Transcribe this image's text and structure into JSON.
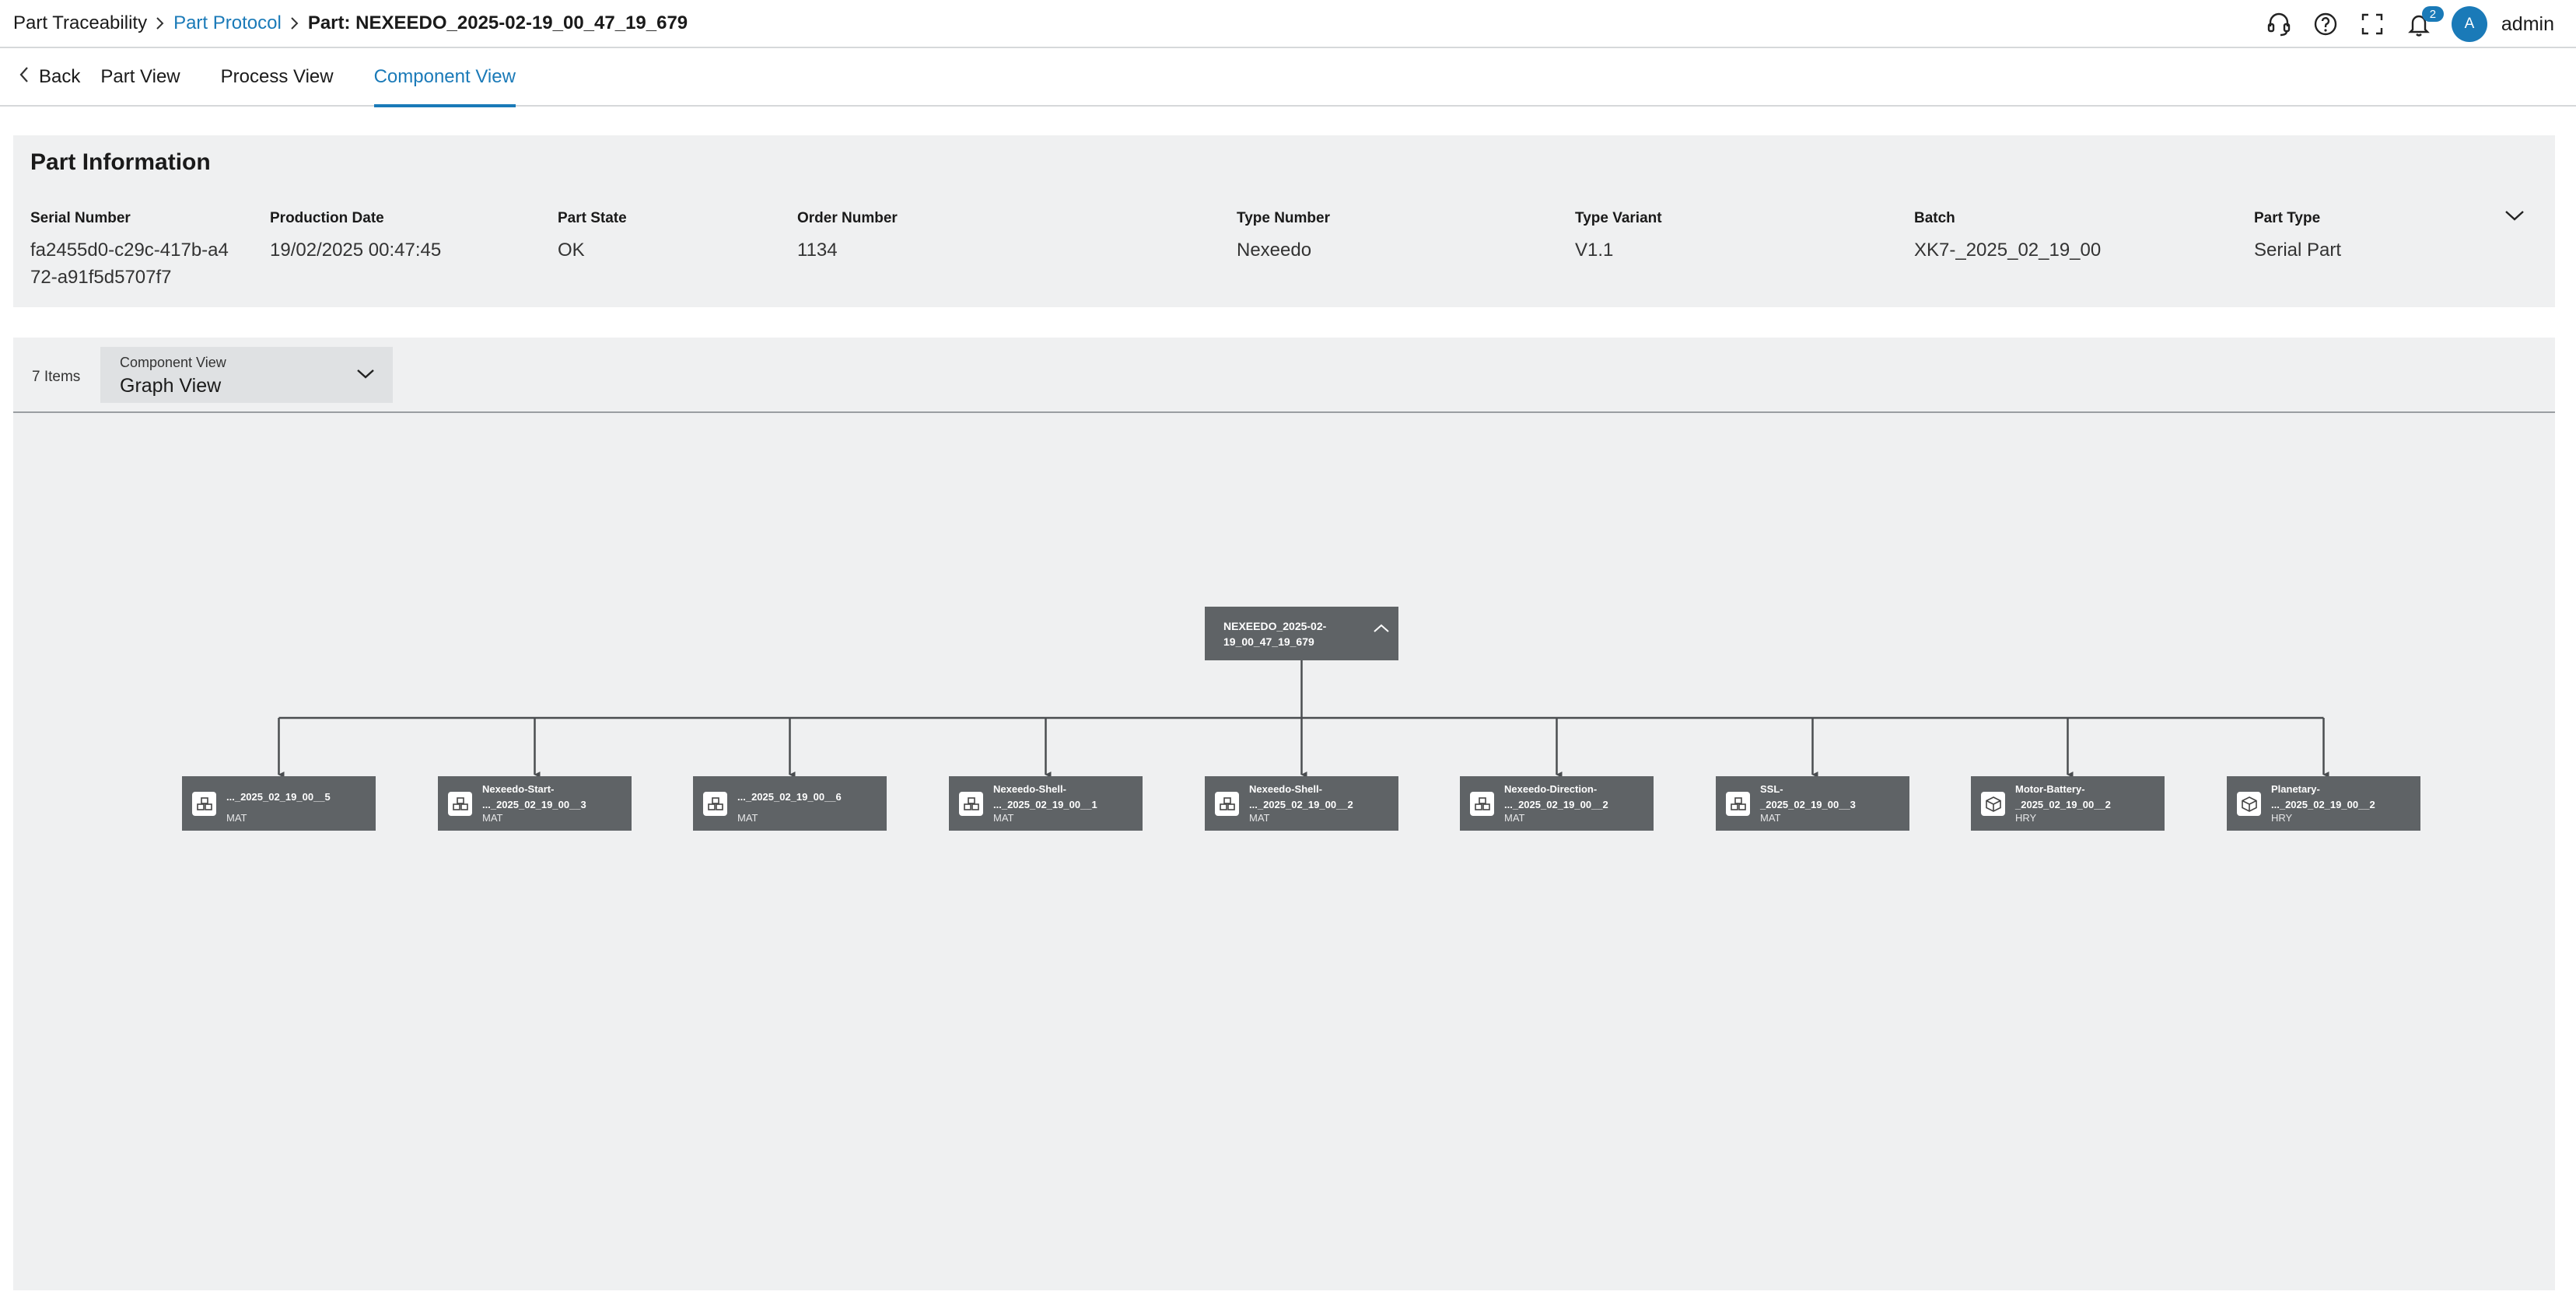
{
  "breadcrumb": {
    "items": [
      "Part Traceability",
      "Part Protocol"
    ],
    "current": "Part: NEXEEDO_2025-02-19_00_47_19_679"
  },
  "header": {
    "icons": [
      "headset-icon",
      "help-icon",
      "fullscreen-icon",
      "bell-icon"
    ],
    "notification_count": "2",
    "avatar_initial": "A",
    "username": "admin"
  },
  "tabs": {
    "back_label": "Back",
    "items": [
      "Part View",
      "Process View",
      "Component View"
    ],
    "active": "Component View"
  },
  "part_info": {
    "title": "Part Information",
    "fields": [
      {
        "label": "Serial Number",
        "value": "fa2455d0-c29c-417b-a472-a91f5d5707f7"
      },
      {
        "label": "Production Date",
        "value": "19/02/2025 00:47:45"
      },
      {
        "label": "Part State",
        "value": "OK"
      },
      {
        "label": "Order Number",
        "value": "1134"
      },
      {
        "label": "Type Number",
        "value": "Nexeedo"
      },
      {
        "label": "Type Variant",
        "value": "V1.1"
      },
      {
        "label": "Batch",
        "value": "XK7-_2025_02_19_00"
      },
      {
        "label": "Part Type",
        "value": "Serial Part"
      }
    ]
  },
  "component_view": {
    "items_count": "7 Items",
    "dropdown_label": "Component View",
    "dropdown_value": "Graph View",
    "root": {
      "line1": "NEXEEDO_2025-02-",
      "line2": "19_00_47_19_679"
    },
    "children": [
      {
        "line1": "..._2025_02_19_00__5",
        "line2": "",
        "type": "MAT",
        "icon": "material-icon"
      },
      {
        "line1": "Nexeedo-Start-",
        "line2": "..._2025_02_19_00__3",
        "type": "MAT",
        "icon": "material-icon"
      },
      {
        "line1": "..._2025_02_19_00__6",
        "line2": "",
        "type": "MAT",
        "icon": "material-icon"
      },
      {
        "line1": "Nexeedo-Shell-",
        "line2": "..._2025_02_19_00__1",
        "type": "MAT",
        "icon": "material-icon"
      },
      {
        "line1": "Nexeedo-Shell-",
        "line2": "..._2025_02_19_00__2",
        "type": "MAT",
        "icon": "material-icon"
      },
      {
        "line1": "Nexeedo-Direction-",
        "line2": "..._2025_02_19_00__2",
        "type": "MAT",
        "icon": "material-icon"
      },
      {
        "line1": "SSL-",
        "line2": "_2025_02_19_00__3",
        "type": "MAT",
        "icon": "material-icon"
      },
      {
        "line1": "Motor-Battery-",
        "line2": "_2025_02_19_00__2",
        "type": "HRY",
        "icon": "box-icon"
      },
      {
        "line1": "Planetary-",
        "line2": "..._2025_02_19_00__2",
        "type": "HRY",
        "icon": "box-icon"
      }
    ]
  }
}
